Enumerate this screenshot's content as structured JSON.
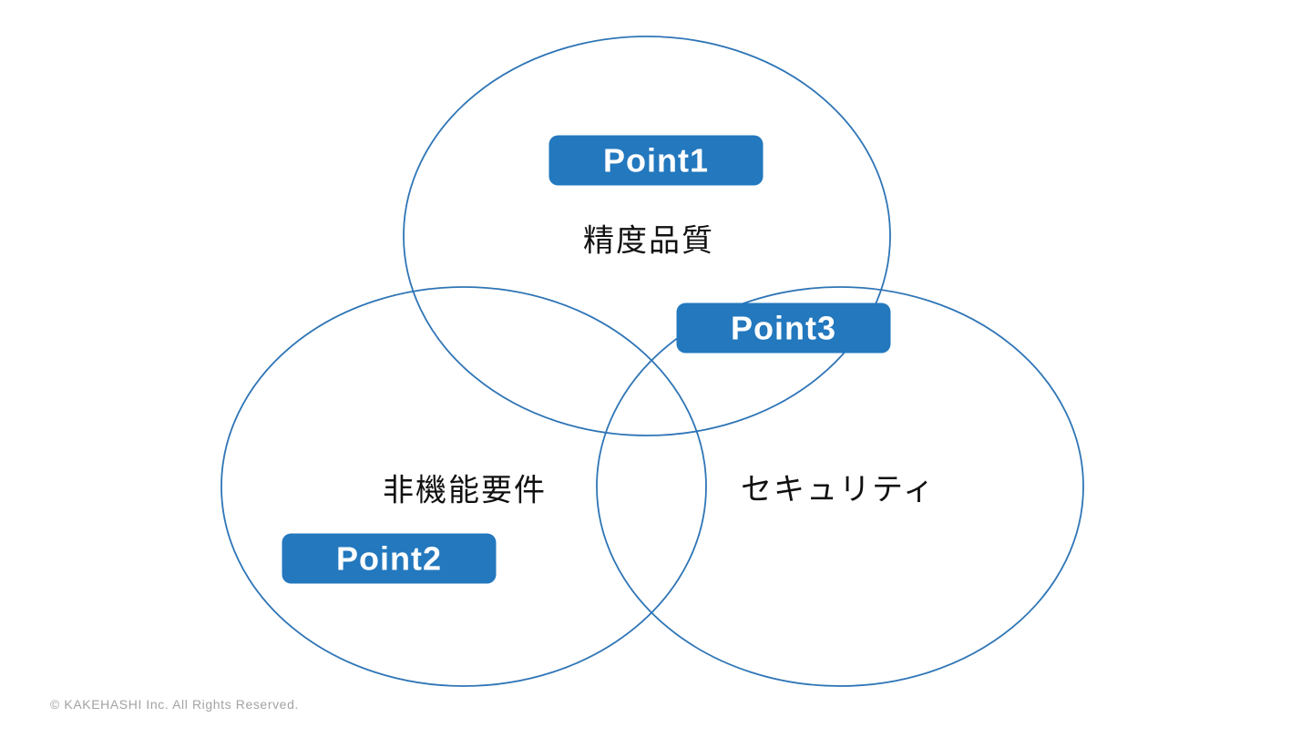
{
  "diagram": {
    "title": "",
    "type": "venn",
    "circles": [
      {
        "id": "top",
        "label": "精度品質"
      },
      {
        "id": "bottom-left",
        "label": "非機能要件"
      },
      {
        "id": "bottom-right",
        "label": "セキュリティ"
      }
    ],
    "badges": [
      {
        "label": "Point1"
      },
      {
        "label": "Point2"
      },
      {
        "label": "Point3"
      }
    ],
    "colors": {
      "circle_stroke": "#2e75b6",
      "badge_fill": "#2378be",
      "badge_text": "#ffffff",
      "label_text": "#111111",
      "copyright_text": "#a3a3a3",
      "background": "#ffffff"
    }
  },
  "footer": {
    "copyright": "© KAKEHASHI Inc. All Rights Reserved."
  }
}
